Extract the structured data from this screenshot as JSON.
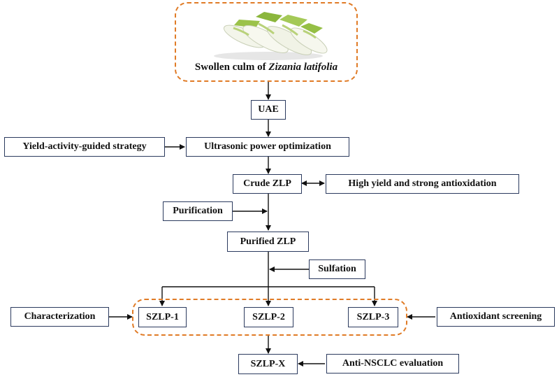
{
  "source": {
    "caption_prefix": "Swollen culm of ",
    "caption_species": "Zizania latifolia"
  },
  "nodes": {
    "uae": "UAE",
    "strategy": "Yield-activity-guided strategy",
    "power": "Ultrasonic power optimization",
    "crude": "Crude ZLP",
    "yield": "High yield and strong antioxidation",
    "purification": "Purification",
    "purified": "Purified ZLP",
    "sulfation": "Sulfation",
    "characterization": "Characterization",
    "szlp1": "SZLP-1",
    "szlp2": "SZLP-2",
    "szlp3": "SZLP-3",
    "antioxidant": "Antioxidant screening",
    "szlpx": "SZLP-X",
    "nsclc": "Anti-NSCLC evaluation"
  },
  "colors": {
    "box_border": "#2b3a5e",
    "dashed_group": "#e07b26",
    "arrow": "#111111"
  }
}
